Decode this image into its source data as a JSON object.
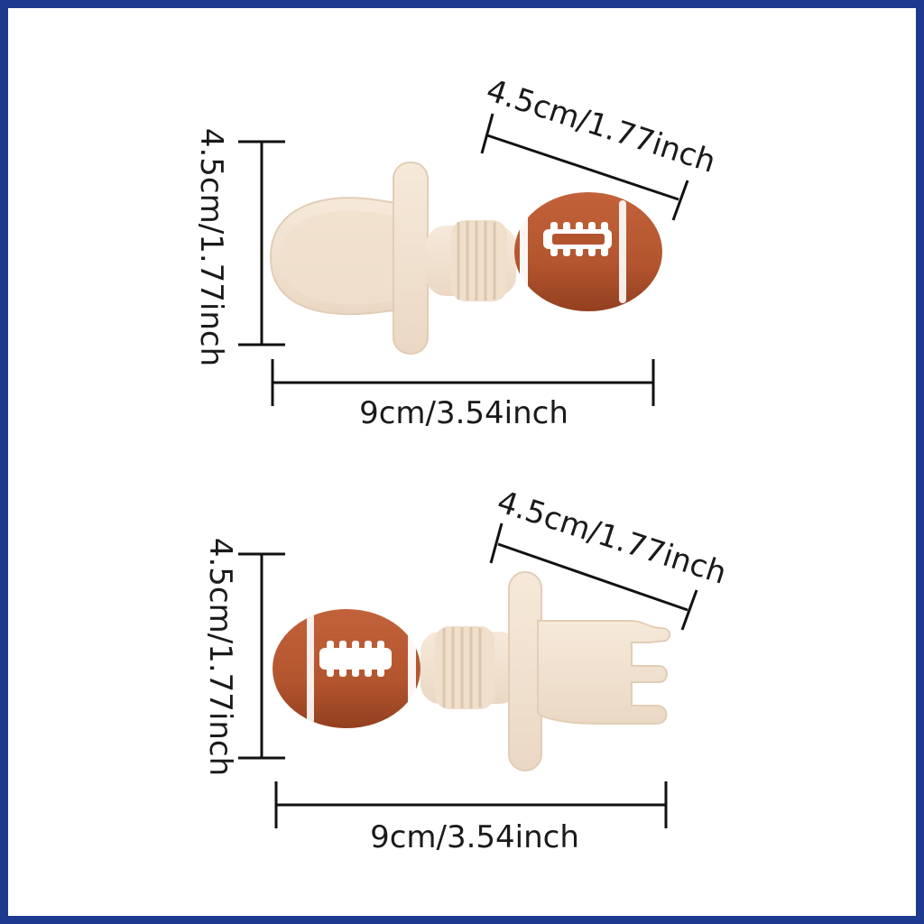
{
  "colors": {
    "border": "#1d3a8f",
    "utensil": "#f2e3d2",
    "utensil_shade": "#e6d3bf",
    "ball": "#b3552e",
    "ball_dark": "#9a4423",
    "laces": "#ffffff"
  },
  "spoon": {
    "height_label": "4.5cm/1.77inch",
    "width_label": "4.5cm/1.77inch",
    "length_label": "9cm/3.54inch"
  },
  "fork": {
    "height_label": "4.5cm/1.77inch",
    "width_label": "4.5cm/1.77inch",
    "length_label": "9cm/3.54inch"
  }
}
